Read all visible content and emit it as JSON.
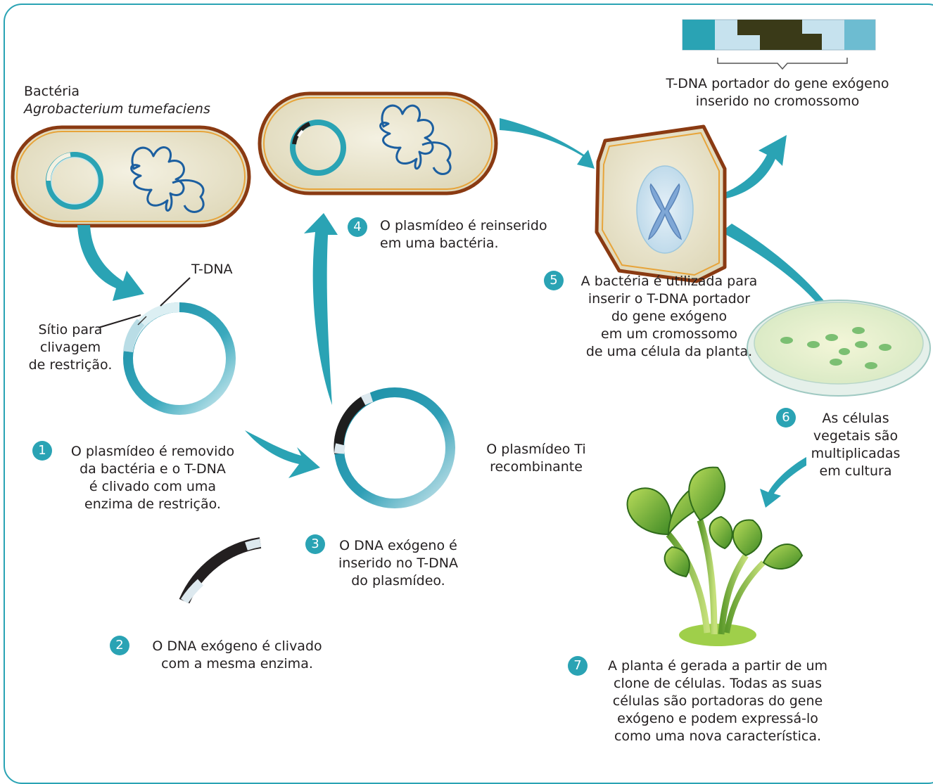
{
  "bacteria_label": {
    "line1": "Bactéria",
    "line2": "Agrobacterium tumefaciens"
  },
  "tdna_label": "T-DNA",
  "restriction_site_label": {
    "line1": "Sítio para",
    "line2": "clivagem",
    "line3": "de restrição."
  },
  "recombinant_label": {
    "line1": "O plasmídeo Ti",
    "line2": "recombinante"
  },
  "chromosome_caption": {
    "line1": "T-DNA portador do gene exógeno",
    "line2": "inserido no cromossomo"
  },
  "steps": [
    {
      "number": "1",
      "lines": [
        "O plasmídeo é removido",
        "da bactéria e o T-DNA",
        "é clivado com uma",
        "enzima de restrição."
      ]
    },
    {
      "number": "2",
      "lines": [
        "O DNA exógeno é clivado",
        "com a mesma enzima."
      ]
    },
    {
      "number": "3",
      "lines": [
        "O DNA exógeno é",
        "inserido no T-DNA",
        "do plasmídeo."
      ]
    },
    {
      "number": "4",
      "lines": [
        "O plasmídeo é reinserido",
        "em uma bactéria."
      ]
    },
    {
      "number": "5",
      "lines": [
        "A bactéria é utilizada para",
        "inserir o T-DNA portador",
        "do gene exógeno",
        "em um cromossomo",
        "de uma célula da planta."
      ]
    },
    {
      "number": "6",
      "lines": [
        "As células",
        "vegetais são",
        "multiplicadas",
        "em cultura"
      ]
    },
    {
      "number": "7",
      "lines": [
        "A planta é gerada a partir de um",
        "clone de células. Todas as suas",
        "células são portadoras do gene",
        "exógeno e podem expressá-lo",
        "como uma nova característica."
      ]
    }
  ],
  "colors": {
    "accent": "#2aa3b4",
    "bacteria_wall": "#8a3a12",
    "bacteria_fill": "#e9e4cf",
    "dna_strand": "#1c5fa0",
    "insert_dark": "#1e1e1e",
    "chromosome_insert": "#3a3a18",
    "leaf_green": "#6fae2e"
  }
}
